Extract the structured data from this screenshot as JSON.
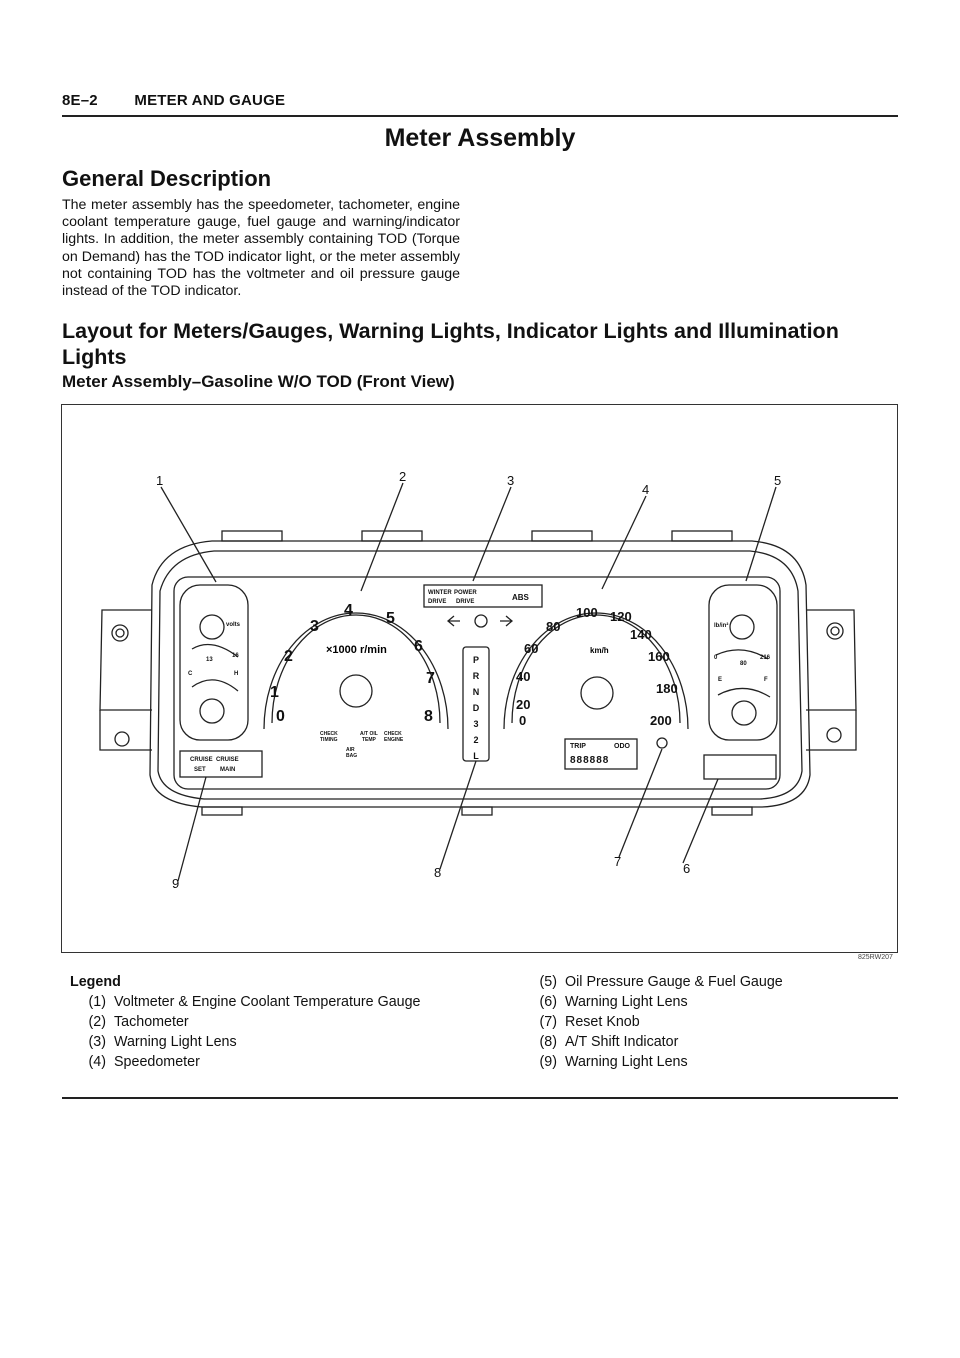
{
  "header": {
    "section": "8E–2",
    "title": "METER AND GAUGE"
  },
  "page_title": "Meter Assembly",
  "general": {
    "heading": "General Description",
    "text": "The meter assembly has the speedometer, tachometer, engine coolant temperature gauge, fuel gauge and warning/indicator lights. In addition, the meter assembly containing TOD (Torque on Demand) has the TOD indicator light, or the meter assembly not containing TOD has the voltmeter and oil pressure gauge instead of the TOD indicator."
  },
  "layout_heading": "Layout for Meters/Gauges, Warning Lights, Indicator Lights and Illumination Lights",
  "figure": {
    "caption": "Meter Assembly–Gasoline W/O TOD (Front View)",
    "id": "825RW207",
    "callouts": [
      "1",
      "2",
      "3",
      "4",
      "5",
      "6",
      "7",
      "8",
      "9"
    ],
    "tach_numbers": [
      "0",
      "1",
      "2",
      "3",
      "4",
      "5",
      "6",
      "7",
      "8"
    ],
    "tach_unit": "×1000 r/min",
    "speed_numbers": [
      "0",
      "20",
      "40",
      "60",
      "80",
      "100",
      "120",
      "140",
      "160",
      "180",
      "200"
    ],
    "speed_unit": "km/h",
    "shift_positions": [
      "P",
      "R",
      "N",
      "D",
      "3",
      "2",
      "L"
    ],
    "warn_top": {
      "winter": "WINTER",
      "power": "POWER",
      "drive1": "DRIVE",
      "drive2": "DRIVE",
      "abs": "ABS"
    },
    "cruise": {
      "c1": "CRUISE",
      "c2": "CRUISE",
      "set": "SET",
      "main": "MAIN"
    },
    "tach_labels": {
      "check_timing_1": "CHECK",
      "check_timing_2": "TIMING",
      "atoil_1": "A/T OIL",
      "atoil_2": "TEMP",
      "check_engine_1": "CHECK",
      "check_engine_2": "ENGINE",
      "air": "AIR",
      "bag": "BAG"
    },
    "odo": {
      "trip": "TRIP",
      "odo": "ODO",
      "digits": "888888"
    },
    "volt_labels": {
      "volts": "volts",
      "v13": "13",
      "v16": "16",
      "c": "C",
      "h": "H"
    },
    "oil_labels": {
      "unit": "lb/in²",
      "v0": "0",
      "v80": "80",
      "v216": "216",
      "e": "E",
      "f": "F"
    }
  },
  "legend": {
    "title": "Legend",
    "left": [
      {
        "num": "(1)",
        "text": "Voltmeter & Engine Coolant Temperature Gauge"
      },
      {
        "num": "(2)",
        "text": "Tachometer"
      },
      {
        "num": "(3)",
        "text": "Warning Light Lens"
      },
      {
        "num": "(4)",
        "text": "Speedometer"
      }
    ],
    "right": [
      {
        "num": "(5)",
        "text": "Oil Pressure Gauge & Fuel Gauge"
      },
      {
        "num": "(6)",
        "text": "Warning Light Lens"
      },
      {
        "num": "(7)",
        "text": "Reset Knob"
      },
      {
        "num": "(8)",
        "text": "A/T Shift Indicator"
      },
      {
        "num": "(9)",
        "text": "Warning Light Lens"
      }
    ]
  }
}
